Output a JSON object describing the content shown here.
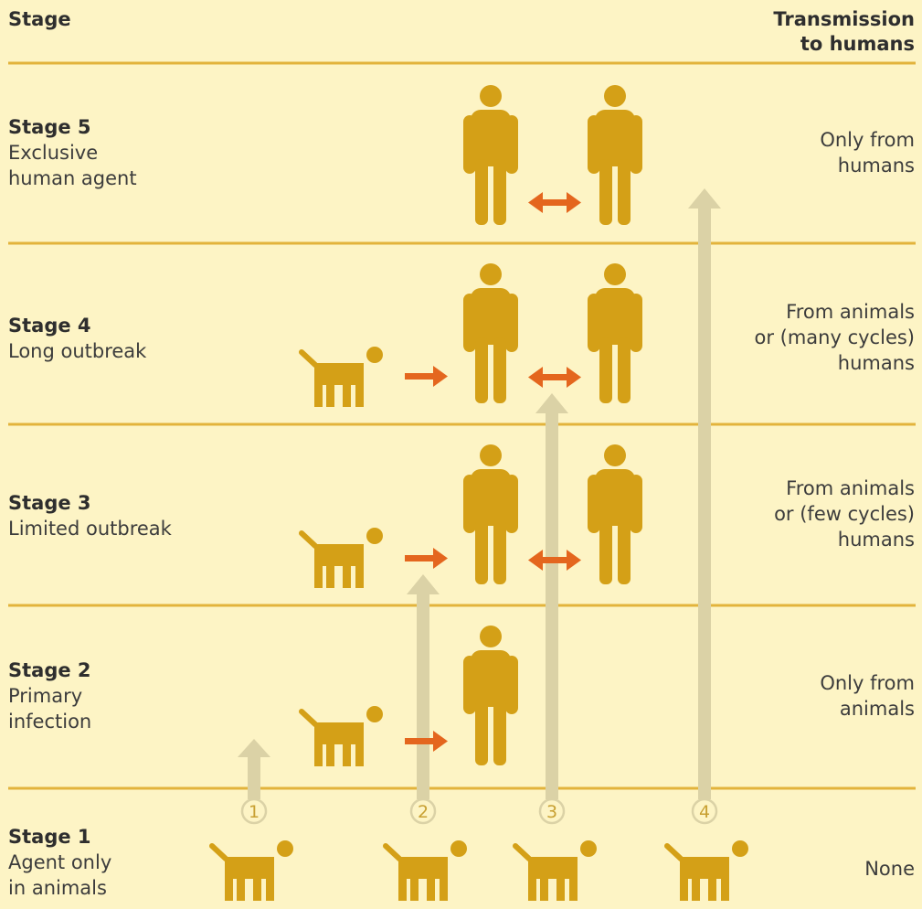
{
  "header": {
    "stage_label": "Stage",
    "transmission_line1": "Transmission",
    "transmission_line2": "to humans"
  },
  "stages": [
    {
      "title": "Stage 5",
      "desc": [
        "Exclusive",
        "human agent"
      ],
      "transmission": [
        "Only from",
        "humans"
      ]
    },
    {
      "title": "Stage 4",
      "desc": [
        "Long outbreak"
      ],
      "transmission": [
        "From animals",
        "or (many cycles)",
        "humans"
      ]
    },
    {
      "title": "Stage 3",
      "desc": [
        "Limited outbreak"
      ],
      "transmission": [
        "From animals",
        "or (few cycles)",
        "humans"
      ]
    },
    {
      "title": "Stage 2",
      "desc": [
        "Primary",
        "infection"
      ],
      "transmission": [
        "Only from",
        "animals"
      ]
    },
    {
      "title": "Stage 1",
      "desc": [
        "Agent only",
        "in animals"
      ],
      "transmission": [
        "None"
      ]
    }
  ],
  "pathways": [
    "1",
    "2",
    "3",
    "4"
  ],
  "colors": {
    "background": "#fdf4c5",
    "figure": "#d4a017",
    "divider": "#e2b33c",
    "arrow": "#e4661e",
    "pathway": "#dbd2a6"
  },
  "icons": [
    "dog-icon",
    "person-icon",
    "arrow-right-icon",
    "double-arrow-icon",
    "pathway-arrow-icon"
  ]
}
